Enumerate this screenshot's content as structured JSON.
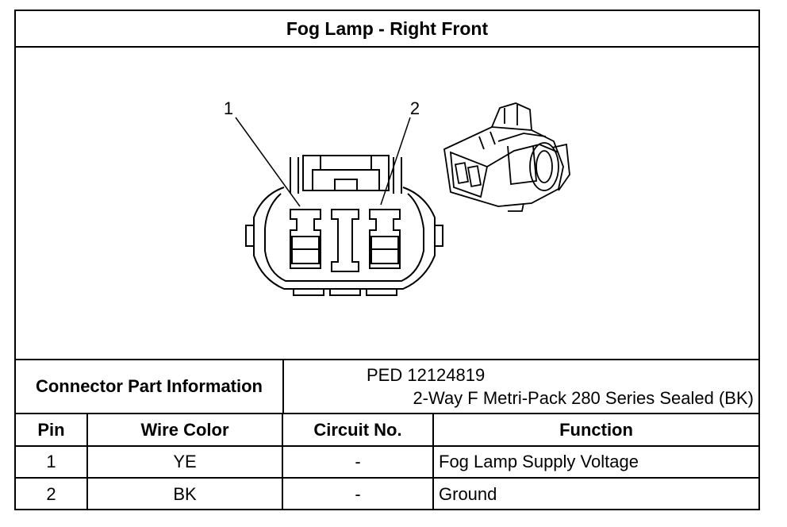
{
  "title": "Fog Lamp - Right Front",
  "diagram": {
    "callouts": [
      "1",
      "2"
    ],
    "connector_face": "connector-face-drawing",
    "connector_iso": "connector-3d-drawing"
  },
  "part_info": {
    "label": "Connector Part Information",
    "line1": "PED 12124819",
    "line2": "2-Way F Metri-Pack 280 Series Sealed (BK)"
  },
  "table": {
    "headers": [
      "Pin",
      "Wire Color",
      "Circuit No.",
      "Function"
    ],
    "rows": [
      {
        "pin": "1",
        "wire_color": "YE",
        "circuit": "-",
        "function": "Fog Lamp Supply Voltage"
      },
      {
        "pin": "2",
        "wire_color": "BK",
        "circuit": "-",
        "function": "Ground"
      }
    ]
  }
}
